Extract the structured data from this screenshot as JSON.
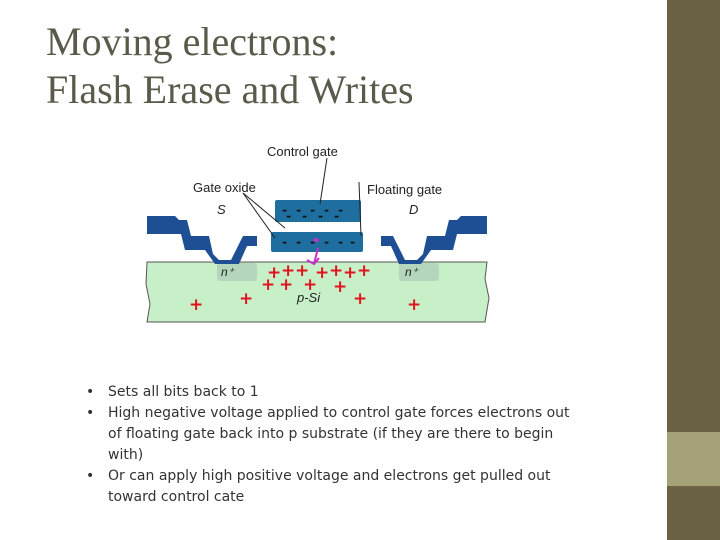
{
  "title": {
    "line1": "Moving electrons:",
    "line2": "Flash Erase and Writes"
  },
  "diagram": {
    "labels": {
      "control_gate": "Control gate",
      "gate_oxide": "Gate oxide",
      "floating_gate": "Floating gate",
      "source": "S",
      "drain": "D",
      "n_left": "n⁺",
      "n_right": "n⁺",
      "substrate": "p-Si"
    },
    "charge_symbols": {
      "electron": "-",
      "hole": "+"
    },
    "colors": {
      "silicon": "#c8f0c8",
      "contacts": "#1e4f94",
      "gates": "#1e6fa0",
      "n_region": "#b4d6bc",
      "holes": "#e0141e",
      "electron_path": "#c830c8"
    }
  },
  "bullets": [
    "Sets all bits back to 1",
    "High negative voltage applied to control gate forces electrons out of floating gate back into p substrate (if they are there to begin with)",
    "Or can apply high positive voltage and electrons get pulled out toward control cate"
  ],
  "theme": {
    "sidebar": "#6b6144",
    "sidebar_block": "#a5a27a"
  }
}
